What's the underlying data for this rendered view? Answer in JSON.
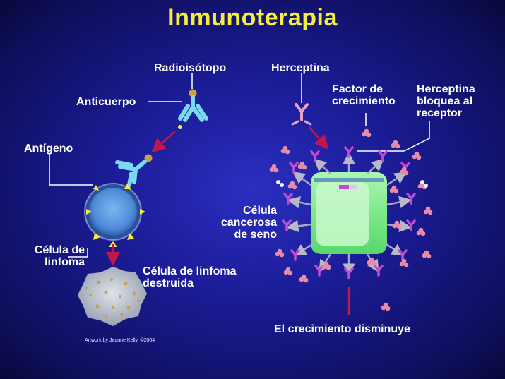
{
  "title": "Inmunoterapia",
  "labels": {
    "radioisotopo": "Radioisótopo",
    "anticuerpo": "Anticuerpo",
    "antigeno": "Antígeno",
    "celula_linfoma_line1": "Célula de",
    "celula_linfoma_line2": "linfoma",
    "celula_destruida_line1": "Célula de linfoma",
    "celula_destruida_line2": "destruida",
    "herceptina": "Herceptina",
    "factor_line1": "Factor de",
    "factor_line2": "crecimiento",
    "bloquea_line1": "Herceptina",
    "bloquea_line2": "bloquea al",
    "bloquea_line3": "receptor",
    "cancerosa_line1": "Célula",
    "cancerosa_line2": "cancerosa",
    "cancerosa_line3": "de seno",
    "crecimiento_disminuye": "El crecimiento disminuye",
    "credit": "Artwork by Jeanne Kelly. ©2004"
  },
  "colors": {
    "title": "#f5ef3a",
    "background": "#1b1c96",
    "cancer_cell": "#7df08a",
    "lymphoma_cell": "#6ea8e8",
    "antibody": "#7ad8f0",
    "receptor": "#c24bd0",
    "growth_factor": "#e88aa8",
    "arrow": "#c0184a"
  }
}
